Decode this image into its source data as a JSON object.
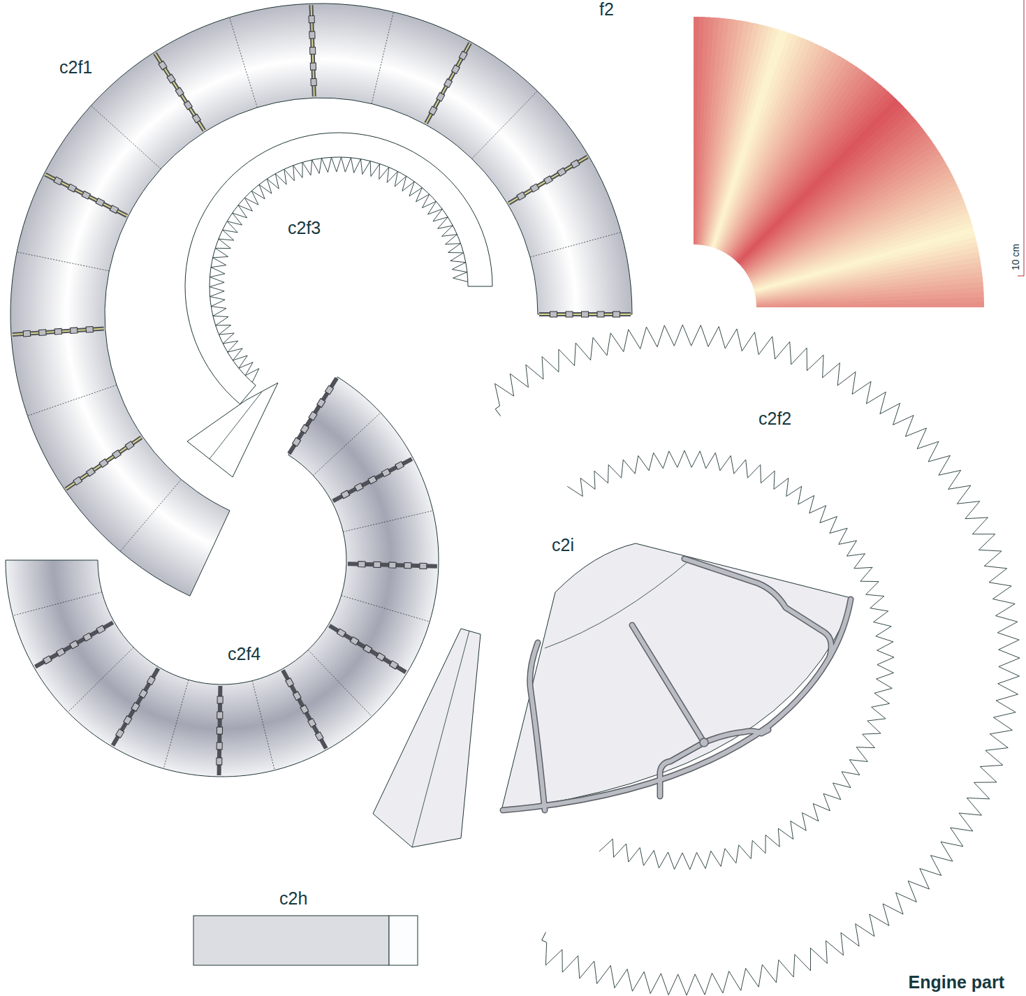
{
  "diagram": {
    "title": "Engine part",
    "labels": [
      "f2",
      "c2f1",
      "c2f3",
      "c2f2",
      "c2i",
      "c2f4",
      "c2h",
      "10 cm"
    ]
  }
}
